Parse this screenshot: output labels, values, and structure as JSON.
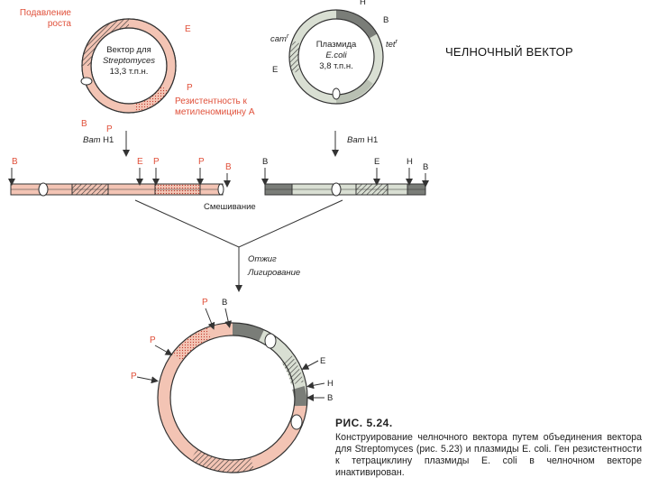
{
  "title": "ЧЕЛНОЧНЫЙ ВЕКТОР",
  "streptomyces_vector": {
    "label_line1": "Вектор для",
    "label_line2": "Streptomyces",
    "label_line3": "13,3 т.п.н.",
    "growth_region_line1": "Подавление",
    "growth_region_line2": "роста",
    "resistance_line1": "Резистентность к",
    "resistance_line2": "метиленомицину А",
    "site_E": "E",
    "site_P": "P",
    "site_B": "B",
    "site_P2": "P"
  },
  "ecoli_plasmid": {
    "label_line1": "Плазмида",
    "label_line2": "E.coli",
    "label_line3": "3,8 т.п.н.",
    "site_H": "H",
    "site_B": "B",
    "site_E": "E",
    "cam": "cam",
    "cam_sup": "r",
    "tet": "tet",
    "tet_sup": "r"
  },
  "step1": {
    "enzyme_left": "Bam",
    "enzyme_left_suffix": " H1",
    "enzyme_right": "Bam",
    "enzyme_right_suffix": " H1"
  },
  "linear_left": {
    "B": "B",
    "E": "E",
    "P1": "P",
    "P2": "P",
    "B2": "B"
  },
  "linear_right": {
    "B": "B",
    "E": "E",
    "H": "H",
    "B2": "B"
  },
  "steps": {
    "mixing": "Смешивание",
    "annealing": "Отжиг",
    "ligation": "Лигирование"
  },
  "result_ring": {
    "P1": "P",
    "B": "B",
    "P2": "P",
    "P3": "P",
    "E": "E",
    "H": "H",
    "B2": "B"
  },
  "caption": {
    "fig": "РИС. 5.24.",
    "text": "Конструирование челночного вектора путем объединения вектора для Streptomyces (рис. 5.23) и плазмиды E. coli. Ген резистентности к тетрациклину плазмиды E. coli в челночном векторе инактивирован."
  },
  "colors": {
    "label_red": "#e0503a",
    "strep_fill": "#f3c4b4",
    "ecoli_fill": "#d9dfd3",
    "ecoli_dark": "#7a7d78"
  }
}
